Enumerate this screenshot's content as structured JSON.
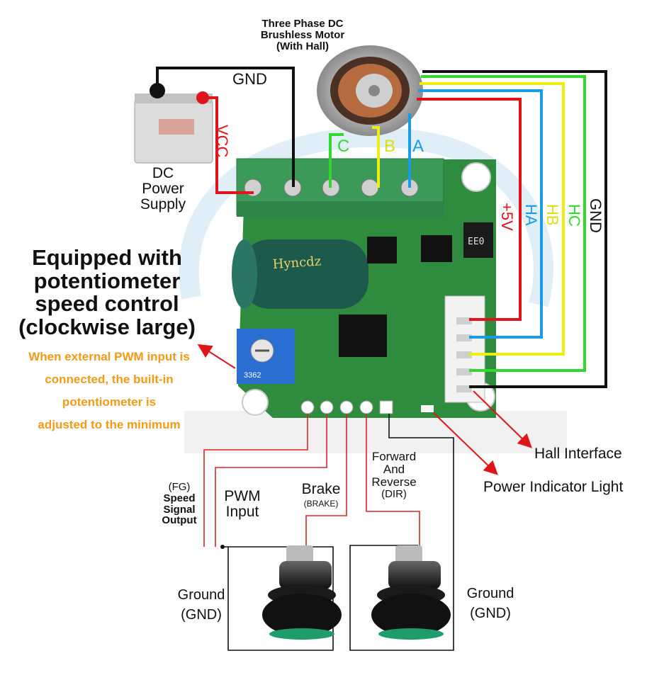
{
  "motor": {
    "title_line1": "Three Phase DC",
    "title_line2": "Brushless Motor",
    "title_line3": "(With Hall)"
  },
  "power": {
    "line1": "DC",
    "line2": "Power",
    "line3": "Supply",
    "gnd": "GND",
    "vcc": "VCC"
  },
  "phases": {
    "c": "C",
    "b": "B",
    "a": "A"
  },
  "hall_wires": {
    "plus5v": "+5V",
    "ha": "HA",
    "hb": "HB",
    "hc": "HC",
    "gnd": "GND"
  },
  "feature": {
    "line1": "Equipped with",
    "line2": "potentiometer",
    "line3": "speed control",
    "line4": "(clockwise large)",
    "note1": "When external PWM input is",
    "note2": "connected, the built-in",
    "note3": "potentiometer is",
    "note4": "adjusted to the minimum"
  },
  "callouts": {
    "hall_interface": "Hall Interface",
    "power_indicator": "Power Indicator Light"
  },
  "signals": {
    "fg_line1": "(FG)",
    "fg_line2": "Speed",
    "fg_line3": "Signal",
    "fg_line4": "Output",
    "pwm_line1": "PWM",
    "pwm_line2": "Input",
    "brake_line1": "Brake",
    "brake_line2": "(BRAKE)",
    "dir_line1": "Forward",
    "dir_line2": "And",
    "dir_line3": "Reverse",
    "dir_line4": "(DIR)"
  },
  "ground": {
    "left_line1": "Ground",
    "left_line2": "(GND)",
    "right_line1": "Ground",
    "right_line2": "(GND)"
  },
  "board_marks": {
    "capacitor_brand": "Hyncdz",
    "resistor_code": "EE0",
    "pot_code": "3362"
  },
  "colors": {
    "wire_black": "#111111",
    "wire_red": "#e0141b",
    "wire_blue": "#1a9be6",
    "wire_yellow": "#eeee10",
    "wire_green": "#32d82e",
    "board": "#2f8c3e",
    "terminal": "#3c9a58",
    "note_orange": "#f39a16"
  }
}
